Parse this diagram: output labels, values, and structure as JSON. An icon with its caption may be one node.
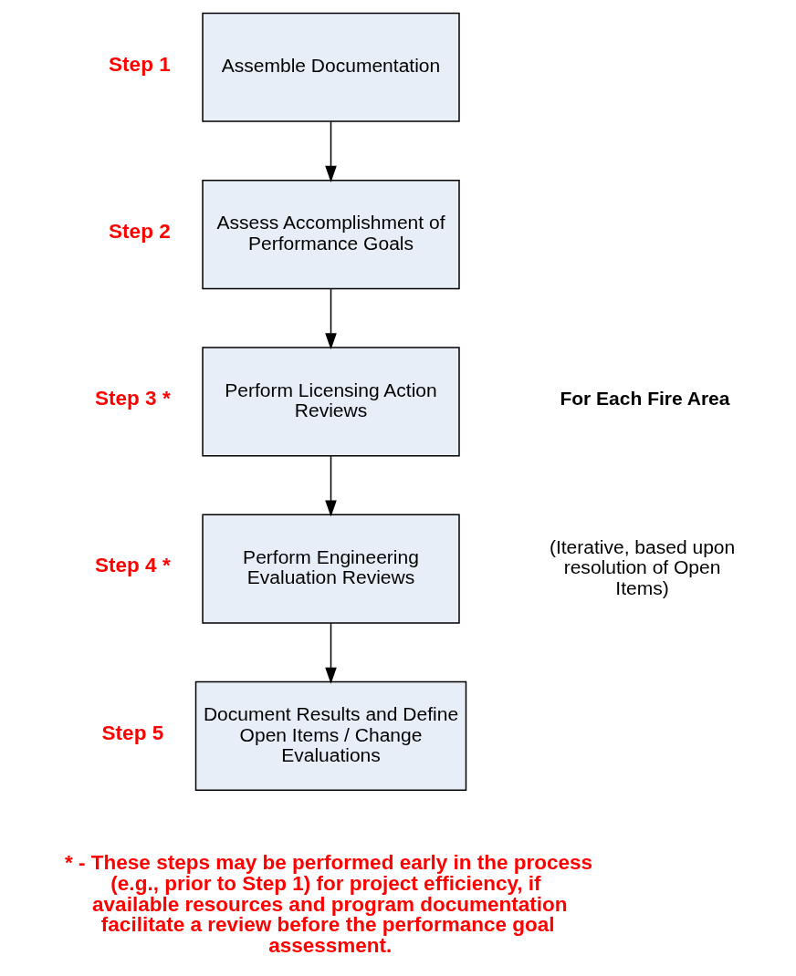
{
  "diagram": {
    "nodes": [
      {
        "text": [
          "Assemble Documentation"
        ],
        "beside": [
          "Step 1"
        ]
      },
      {
        "text": [
          "Assess Accomplishment of Performance Goals"
        ],
        "beside": [
          "Step 2"
        ]
      },
      {
        "text": [
          "Perform Licensing Action Reviews"
        ],
        "beside": [
          "Step 3 *"
        ]
      },
      {
        "text": [
          "Perform Engineering Evaluation Reviews"
        ],
        "beside": [
          "Step 4 *"
        ]
      },
      {
        "text": [
          "Document Results and Define Open Items / Change Evaluations"
        ],
        "beside": [
          "Step 5"
        ]
      }
    ],
    "edges": [
      {
        "from": 0,
        "to": 1,
        "arrow": "to"
      },
      {
        "from": 1,
        "to": 2,
        "arrow": "to"
      },
      {
        "from": 2,
        "to": 3,
        "arrow": "to"
      },
      {
        "from": 3,
        "to": 4,
        "arrow": "to"
      }
    ],
    "labels": [
      "For Each Fire Area",
      "(Iterative, based upon resolution of Open Items)",
      "* - These steps may be performed early in the process (e.g., prior to Step 1) for project efficiency, if available resources and program documentation facilitate a review before the performance goal assessment."
    ]
  }
}
